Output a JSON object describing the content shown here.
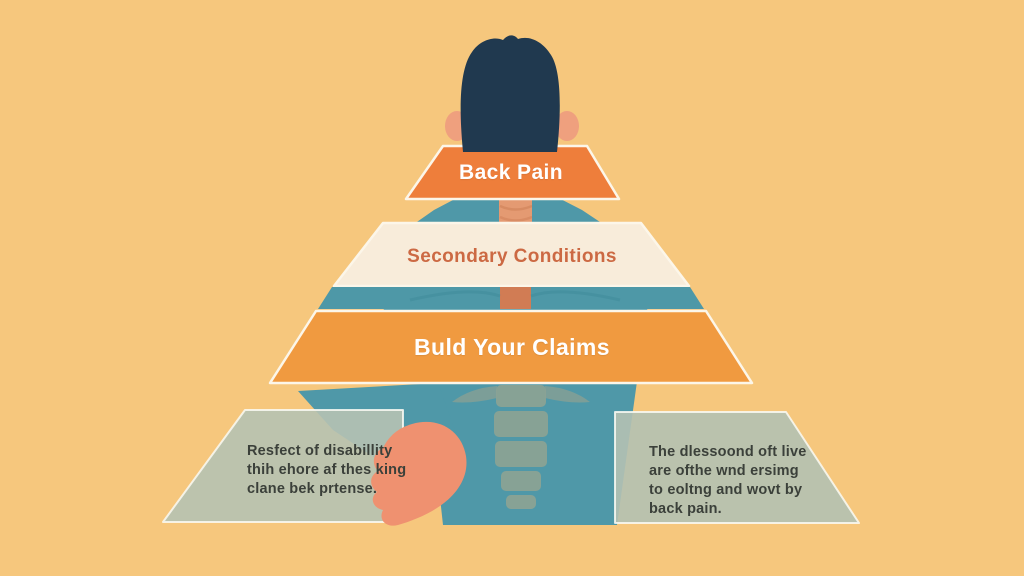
{
  "illustration": {
    "subject": "person-back-figure-with-claims-pyramid",
    "colors": {
      "background": "#f6c77d",
      "hair_navy": "#20394f",
      "skin_salmon": "#ef9a76",
      "body_teal": "#4f98a8",
      "tier1_orange": "#ee7e3b",
      "tier2_cream": "#f8ecda",
      "tier2_text": "#cc6943",
      "tier3_orange": "#f09a40",
      "band_teal": "#4e98a7",
      "box_sage": "#b7c2b1",
      "box_text": "#3b403a",
      "bone_gray": "#8ba395",
      "spine_salmon": "#e0794b"
    }
  },
  "pyramid": {
    "tier1": {
      "label": "Back Pain"
    },
    "tier2": {
      "label": "Secondary Conditions"
    },
    "tier3": {
      "label": "Buld Your Claims"
    }
  },
  "boxes": {
    "left": {
      "lines": [
        "Resfect of disabillity",
        "thih ehore af thes king",
        "clane bek prtense."
      ]
    },
    "right": {
      "lines": [
        "The dlessoond oft live",
        "are ofthe wnd ersimg",
        "to eoltng and wovt by",
        "back pain."
      ]
    }
  }
}
